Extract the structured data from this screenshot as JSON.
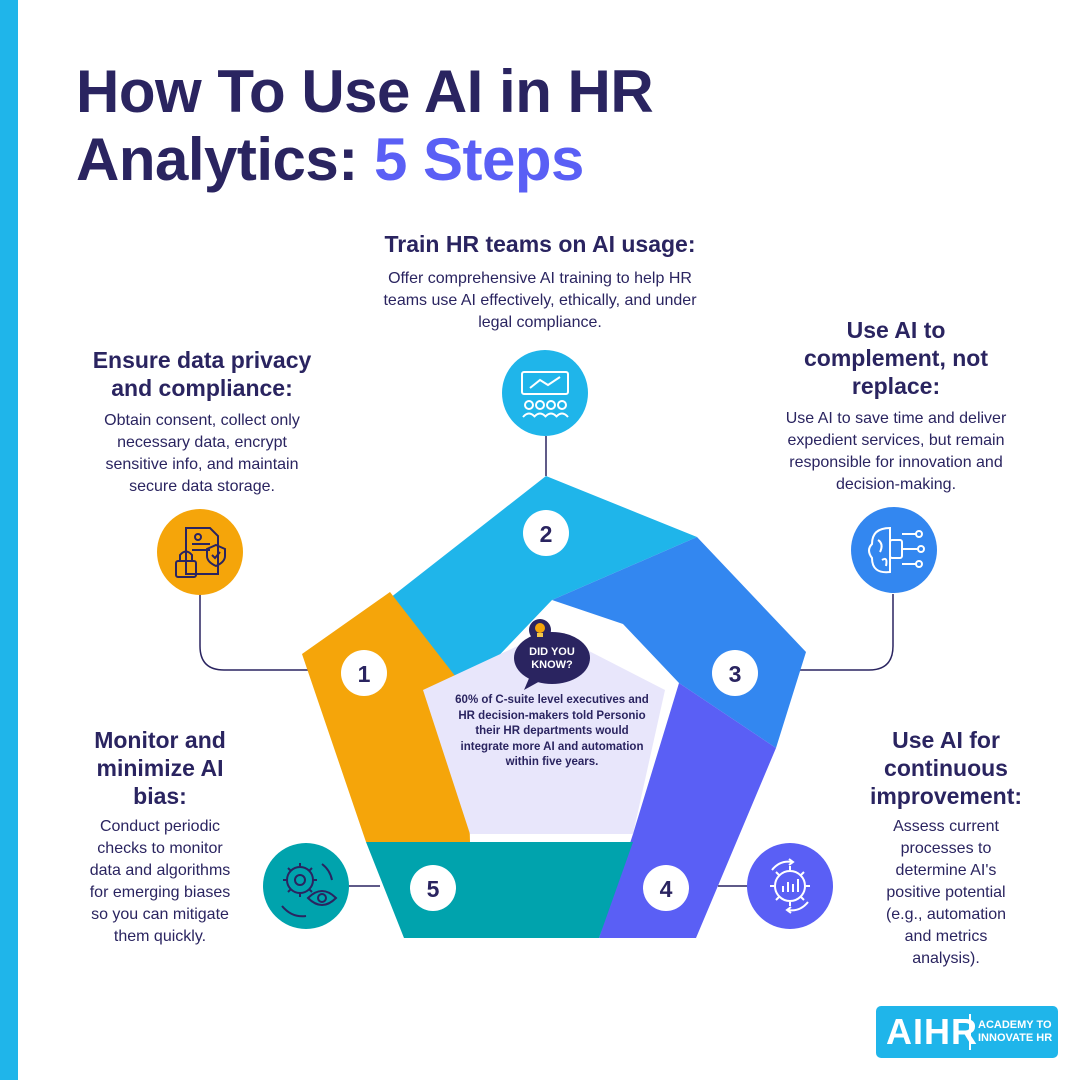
{
  "title": {
    "line1": "How To Use AI in HR",
    "line2_lead": "Analytics: ",
    "line2_highlight": "5 Steps"
  },
  "steps": [
    {
      "number": "1",
      "title_lines": [
        "Ensure data privacy",
        "and compliance:"
      ],
      "desc_lines": [
        "Obtain consent, collect only",
        "necessary data, encrypt",
        "sensitive info, and maintain",
        "secure data storage."
      ],
      "icon": "document-lock-shield-icon",
      "color": "#f5a50a"
    },
    {
      "number": "2",
      "title_lines": [
        "Train HR teams on AI usage:"
      ],
      "desc_lines": [
        "Offer comprehensive AI training to help HR",
        "teams use AI effectively, ethically, and under",
        "legal compliance."
      ],
      "icon": "presentation-team-icon",
      "color": "#1fb5ea"
    },
    {
      "number": "3",
      "title_lines": [
        "Use AI to",
        "complement, not",
        "replace:"
      ],
      "desc_lines": [
        "Use AI to save time and deliver",
        "expedient services, but remain",
        "responsible for innovation and",
        "decision-making."
      ],
      "icon": "ai-brain-circuit-icon",
      "color": "#3387f0"
    },
    {
      "number": "4",
      "title_lines": [
        "Use AI for",
        "continuous",
        "improvement:"
      ],
      "desc_lines": [
        "Assess current",
        "processes to",
        "determine AI's",
        "positive potential",
        "(e.g., automation",
        "and metrics",
        "analysis)."
      ],
      "icon": "gear-chart-cycle-icon",
      "color": "#5a5ff5"
    },
    {
      "number": "5",
      "title_lines": [
        "Monitor and",
        "minimize AI",
        "bias:"
      ],
      "desc_lines": [
        "Conduct periodic",
        "checks to monitor",
        "data and algorithms",
        "for emerging biases",
        "so you can mitigate",
        "them quickly."
      ],
      "icon": "gear-eye-monitor-icon",
      "color": "#00a3ad"
    }
  ],
  "did_you_know": {
    "badge_lines": [
      "DID YOU",
      "KNOW?"
    ],
    "fact": "60% of C-suite level executives and HR decision-makers told Personio their HR departments would integrate more AI and automation within five years.",
    "icon": "lightbulb-icon"
  },
  "logo": {
    "main": "AIHR",
    "sub_lines": [
      "ACADEMY TO",
      "INNOVATE HR"
    ]
  },
  "colors": {
    "navy": "#2a2460",
    "accent_bar": "#1fb5ea",
    "highlight": "#5a5ff5",
    "center_fill": "#e8e6fb"
  }
}
